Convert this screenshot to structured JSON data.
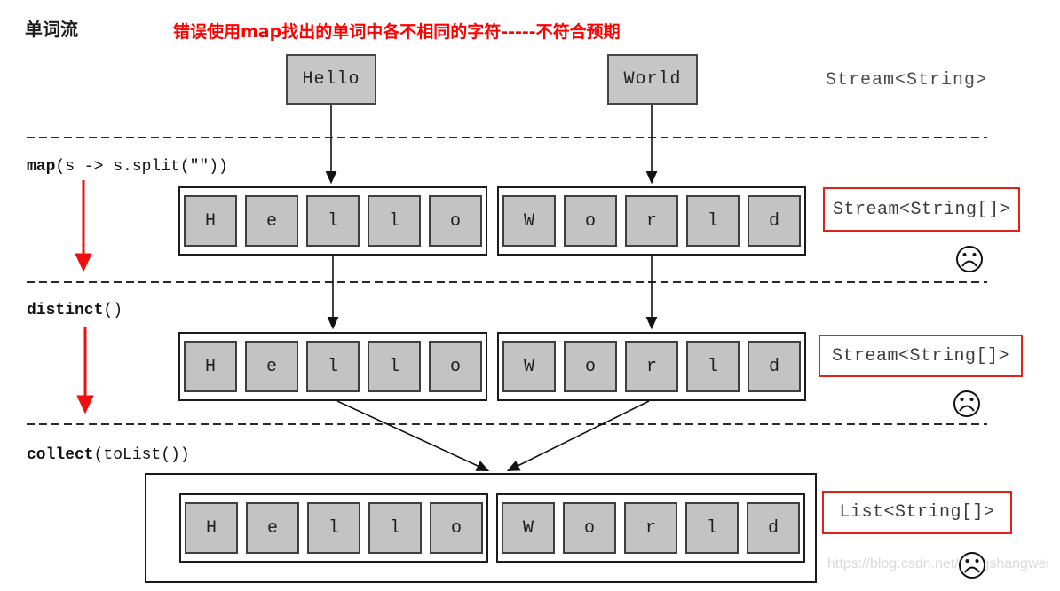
{
  "title": "单词流",
  "heading": "错误使用map找出的单词中各不相同的字符-----不符合预期",
  "source_words": {
    "hello": "Hello",
    "world": "World"
  },
  "letters": {
    "hello": [
      "H",
      "e",
      "l",
      "l",
      "o"
    ],
    "world": [
      "W",
      "o",
      "r",
      "l",
      "d"
    ]
  },
  "operations": {
    "map": {
      "keyword": "map",
      "args": "(s -> s.split(\"\"))"
    },
    "distinct": {
      "keyword": "distinct",
      "args": "()"
    },
    "collect": {
      "keyword": "collect",
      "args": "(toList())"
    }
  },
  "type_labels": {
    "source": "Stream<String>",
    "after_map": "Stream<String[]>",
    "after_distinct": "Stream<String[]>",
    "result": "List<String[]>"
  },
  "icons": {
    "sad_face": "☹"
  },
  "watermark": "https://blog.csdn.net/yangshangwei",
  "colors": {
    "heading_red": "#ff0000",
    "label_box_red": "#e32119",
    "arrow_red": "#ef0e0e",
    "cell_fill": "#c3c3c3",
    "line_black": "#111111"
  }
}
